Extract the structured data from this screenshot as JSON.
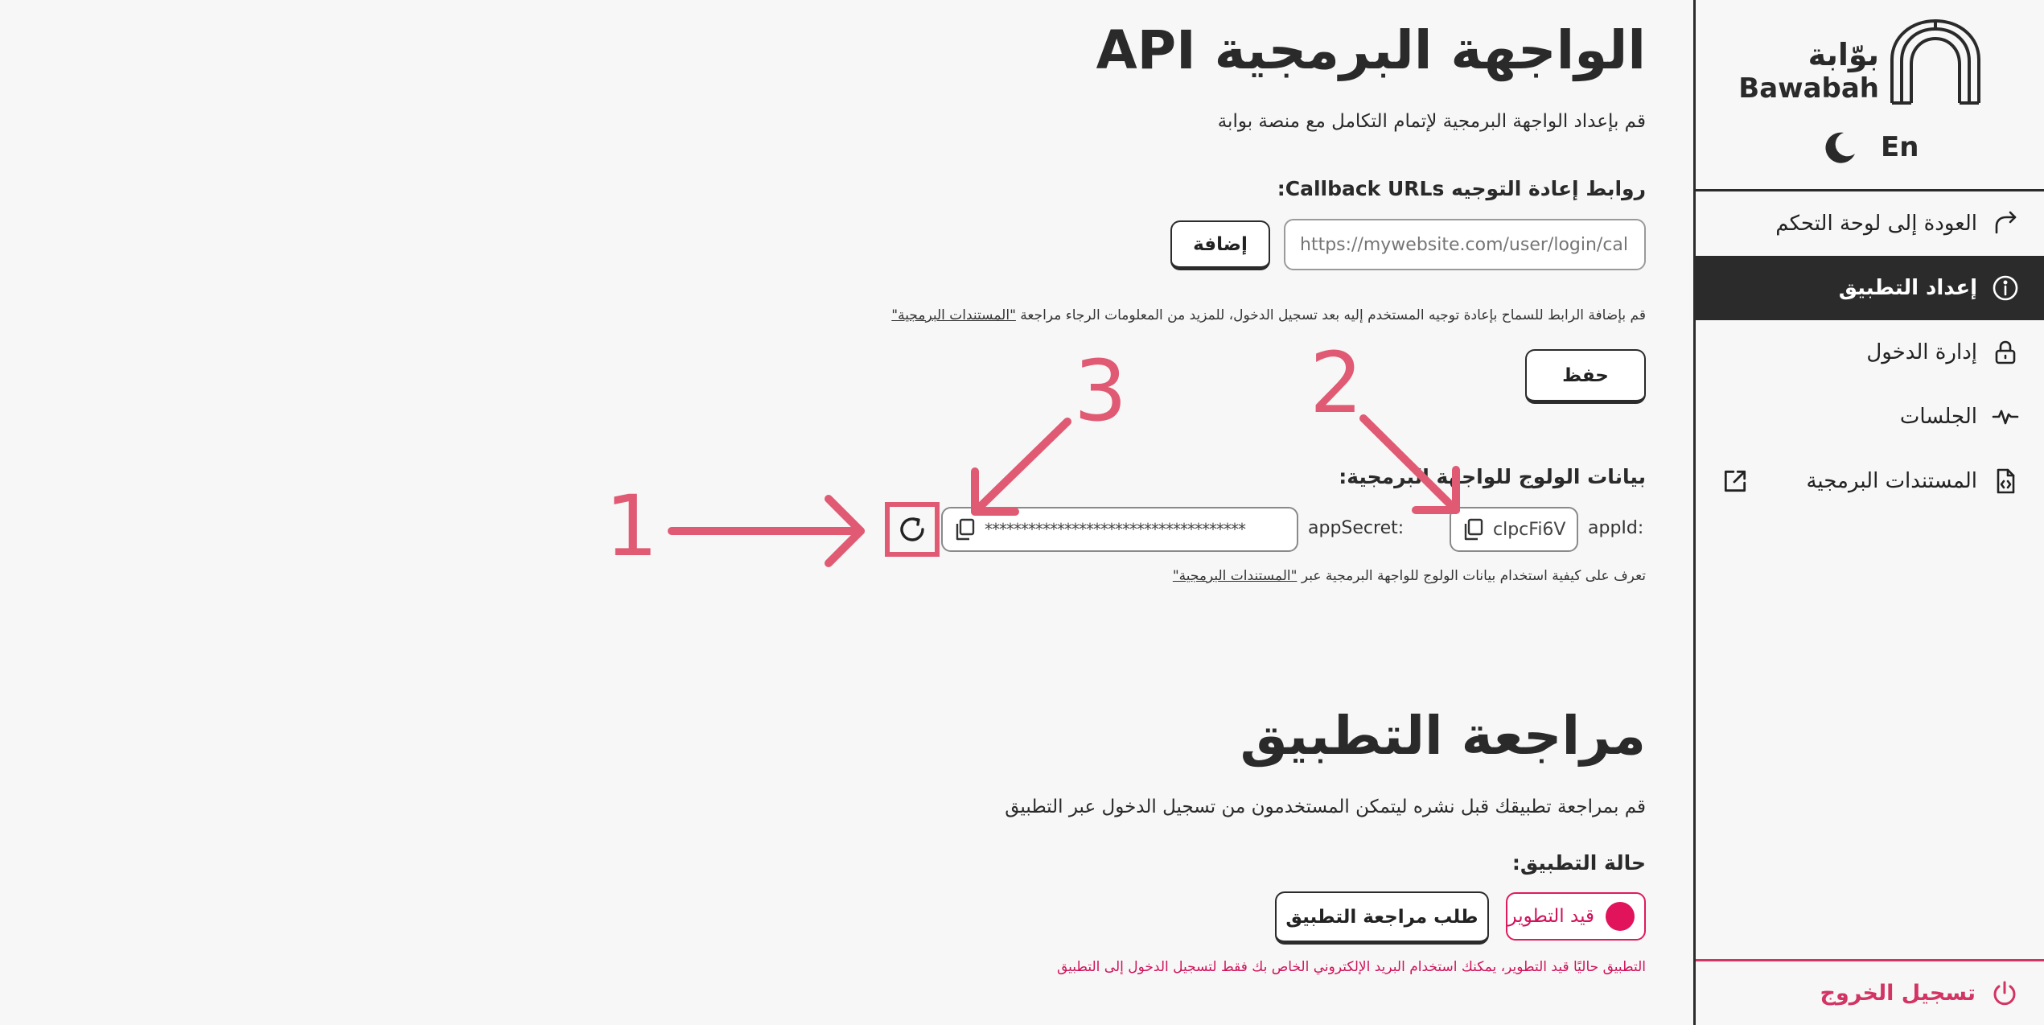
{
  "sidebar": {
    "brand_ar": "بوّابة",
    "brand_en": "Bawabah",
    "lang_toggle": "En",
    "theme_icon": "moon-icon",
    "items": [
      {
        "label": "العودة إلى لوحة التحكم",
        "icon": "return-arrow-icon",
        "active": false
      },
      {
        "label": "إعداد التطبيق",
        "icon": "info-icon",
        "active": true
      },
      {
        "label": "إدارة الدخول",
        "icon": "lock-icon",
        "active": false
      },
      {
        "label": "الجلسات",
        "icon": "pulse-icon",
        "active": false
      },
      {
        "label": "المستندات البرمجية",
        "icon": "code-file-icon",
        "active": false
      }
    ],
    "logout_label": "تسجيل الخروج"
  },
  "api_section": {
    "title": "الواجهة البرمجية API",
    "subtitle": "قم بإعداد الواجهة البرمجية لإتمام التكامل مع منصة بوابة",
    "callback_label": "روابط إعادة التوجيه Callback URLs:",
    "callback_placeholder": "https://mywebsite.com/user/login/callback",
    "add_button": "إضافة",
    "callback_note": "قم بإضافة الرابط للسماح بإعادة توجيه المستخدم إليه بعد تسجيل الدخول، للمزيد من المعلومات الرجاء مراجعة",
    "callback_note_link": "\"المستندات البرمجية\"",
    "save_button": "حفظ",
    "credentials_label": "بيانات الولوج للواجهة البرمجية:",
    "app_id_key": "appId:",
    "app_id_value": "clpcFi6V",
    "app_secret_key": "appSecret:",
    "app_secret_value": "************************************",
    "credentials_note": "تعرف على كيفية استخدام بيانات الولوج للواجهة البرمجية عبر",
    "credentials_note_link": "\"المستندات البرمجية\""
  },
  "review_section": {
    "title": "مراجعة التطبيق",
    "subtitle": "قم بمراجعة تطبيقك قبل نشره ليتمكن المستخدمون من تسجيل الدخول عبر التطبيق",
    "status_label": "حالة التطبيق:",
    "status_value": "قيد التطوير",
    "request_review_button": "طلب مراجعة التطبيق",
    "status_note": "التطبيق حاليًا قيد التطوير، يمكنك استخدام البريد الإلكتروني الخاص بك فقط لتسجيل الدخول إلى التطبيق"
  },
  "annotations": [
    "1",
    "2",
    "3"
  ],
  "colors": {
    "annotation": "#e05a73",
    "status": "#e0135b",
    "dark": "#2b2b2b",
    "background": "#f7f7f7"
  }
}
